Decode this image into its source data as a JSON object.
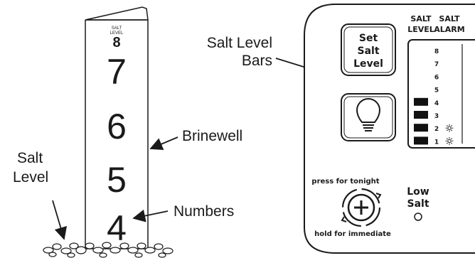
{
  "brinewell": {
    "cap_small": "SALT",
    "cap_small2": "LEVEL",
    "cap_number": "8",
    "numbers": [
      "7",
      "6",
      "5",
      "4"
    ]
  },
  "callouts": {
    "salt_level_bars_line1": "Salt Level",
    "salt_level_bars_line2": "Bars",
    "brinewell": "Brinewell",
    "numbers": "Numbers",
    "salt_level_line1": "Salt",
    "salt_level_line2": "Level"
  },
  "panel": {
    "set_salt_level": [
      "Set",
      "Salt",
      "Level"
    ],
    "col_header_1": [
      "SALT",
      "LEVEL"
    ],
    "col_header_2": [
      "SALT",
      "ALARM"
    ],
    "levels": [
      "8",
      "7",
      "6",
      "5",
      "4",
      "3",
      "2",
      "1"
    ],
    "filled_levels": 4,
    "alarm_levels": 2,
    "press_for_tonight": "press for tonight",
    "hold_for_immediate": "hold for immediate",
    "low_salt": [
      "Low",
      "Salt"
    ]
  },
  "colors": {
    "ink": "#1a1a1a",
    "bar": "#111111",
    "background": "#ffffff"
  },
  "icons": [
    "lightbulb-icon",
    "regen-plus-icon",
    "sun-alarm-icon",
    "low-salt-indicator-icon"
  ]
}
